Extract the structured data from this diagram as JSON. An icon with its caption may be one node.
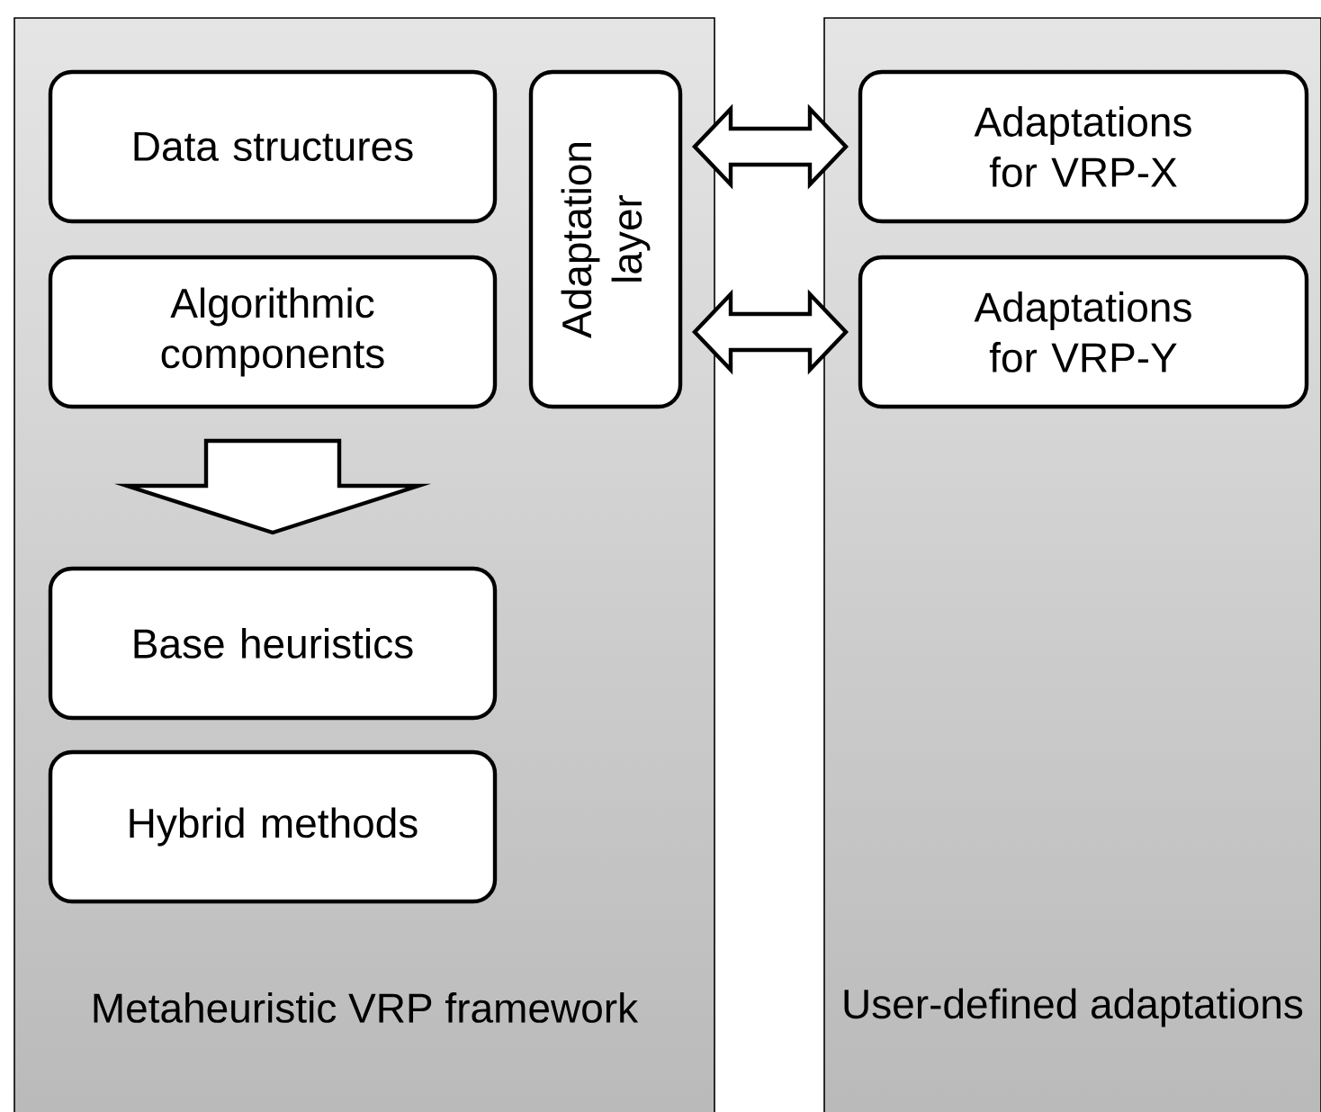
{
  "diagram": {
    "nodes": [
      {
        "text": [
          "Metaheuristic VRP framework"
        ]
      },
      {
        "text": [
          "Data structures"
        ],
        "in": 0
      },
      {
        "text": [
          "Algorithmic components"
        ],
        "in": 0
      },
      {
        "text": [
          "Adaptation layer"
        ],
        "in": 0
      },
      {
        "text": [
          "Base heuristics"
        ],
        "in": 0
      },
      {
        "text": [
          "Hybrid methods"
        ],
        "in": 0
      },
      {
        "text": [
          "User-defined adaptations"
        ]
      },
      {
        "text": [
          "Adaptations for VRP-X"
        ],
        "in": 6
      },
      {
        "text": [
          "Adaptations for VRP-Y"
        ],
        "in": 6
      }
    ],
    "edges": [
      {
        "from": 3,
        "to": 7,
        "arrow": "both"
      },
      {
        "from": 3,
        "to": 8,
        "arrow": "both"
      },
      {
        "from": 2,
        "to": 4,
        "arrow": "to"
      }
    ]
  }
}
